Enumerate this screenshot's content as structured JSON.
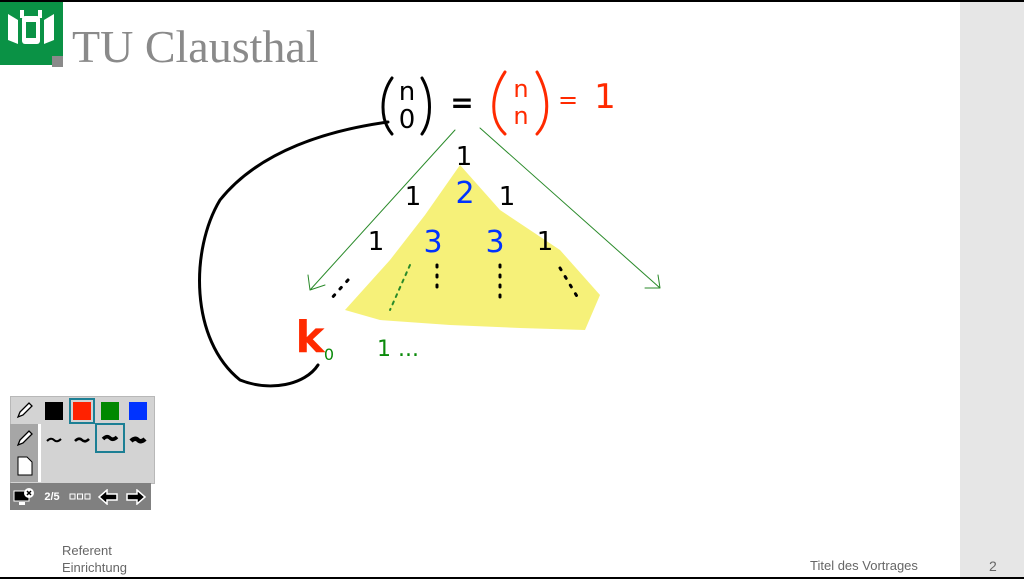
{
  "logo": {
    "text": "TU Clausthal"
  },
  "footer": {
    "presenter": "Referent",
    "institution": "Einrichtung",
    "talk_title": "Titel des Vortrages",
    "page_number": "2"
  },
  "ink": {
    "binom_top_left": "n",
    "binom_bottom_left": "0",
    "equals": "=",
    "binom_top_right": "n",
    "binom_bottom_right": "n",
    "equals2": "=",
    "one": "1",
    "row1": [
      "1"
    ],
    "row2": [
      "1",
      "2",
      "1"
    ],
    "row3": [
      "1",
      "3",
      "3",
      "1"
    ],
    "k": "k",
    "k_sub": "0",
    "row_k": "1 ...",
    "colors": {
      "black": "#000000",
      "red": "#ff2a00",
      "green": "#0a8a0a",
      "blue": "#0033ff",
      "highlight": "#f5f06a"
    }
  },
  "toolbar": {
    "colors": [
      "#000000",
      "#ff2200",
      "#008800",
      "#0033ff"
    ],
    "selected_color": "#ff2200",
    "widths": [
      "thin",
      "medium",
      "thick",
      "extra-thick"
    ],
    "selected_width": "thick",
    "slide_counter": "2/5",
    "accent": "#1c7f94"
  }
}
